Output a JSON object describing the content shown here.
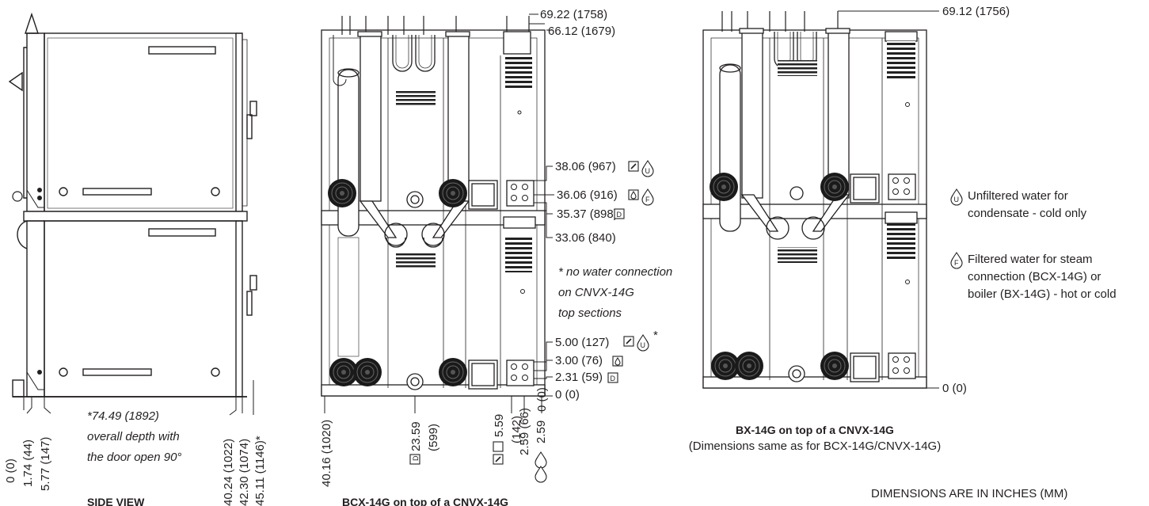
{
  "middle_dims": {
    "d1": "69.22 (1758)",
    "d2": "66.12 (1679)",
    "d3": "38.06 (967)",
    "d4": "36.06 (916)",
    "d5": "35.37 (898)",
    "d6": "33.06 (840)",
    "d7": "5.00 (127)",
    "d8": "3.00 (76)",
    "d9": "2.31 (59)",
    "d10": "0 (0)"
  },
  "middle_bottom_dims": {
    "b1": "40.16 (1020)",
    "b2": "23.59",
    "b2b": "(599)",
    "b3": "5.59",
    "b3b": "(142)",
    "b4": "2.59 (66)",
    "b5": "2.59",
    "b6": "0 (0)"
  },
  "right_dims": {
    "top": "69.12 (1756)",
    "bottom": "0 (0)"
  },
  "side_dims": {
    "s1": "0 (0)",
    "s2": "1.74 (44)",
    "s3": "5.77 (147)",
    "s4": "40.24 (1022)",
    "s5": "42.30 (1074)",
    "s6": "45.11 (1146)*"
  },
  "notes": {
    "depth_line1": "*74.49 (1892)",
    "depth_line2": "overall depth with",
    "depth_line3": "the door open 90°",
    "cnvx_line1": "* no water connection",
    "cnvx_line2": "on CNVX-14G",
    "cnvx_line3": "top sections"
  },
  "legend": {
    "u_line1": "Unfiltered water for",
    "u_line2": "condensate - cold only",
    "f_line1": "Filtered water for steam",
    "f_line2": "connection (BCX-14G) or",
    "f_line3": "boiler (BX-14G) - hot or cold",
    "u_letter": "U",
    "f_letter": "F",
    "d_letter": "D"
  },
  "captions": {
    "side": "SIDE VIEW",
    "middle": "BCX-14G on top of a CNVX-14G",
    "right": "BX-14G on top of a CNVX-14G",
    "right_sub": "(Dimensions same as for BCX-14G/CNVX-14G)",
    "units": "DIMENSIONS ARE IN INCHES (MM)"
  }
}
